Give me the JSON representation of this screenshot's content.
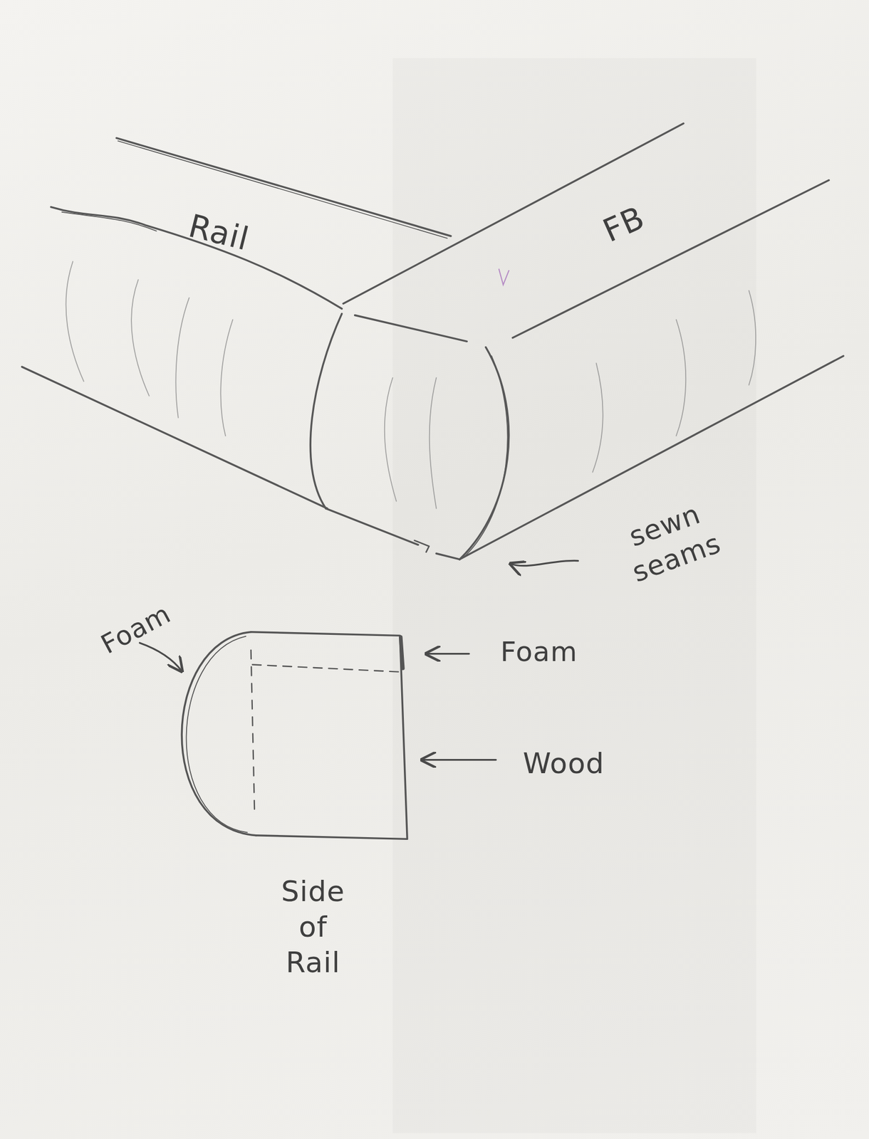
{
  "diagram": {
    "labels": [
      "Rail",
      "FB",
      "sewn seams",
      "Foam",
      "Foam",
      "Wood",
      "Side of Rail"
    ]
  }
}
